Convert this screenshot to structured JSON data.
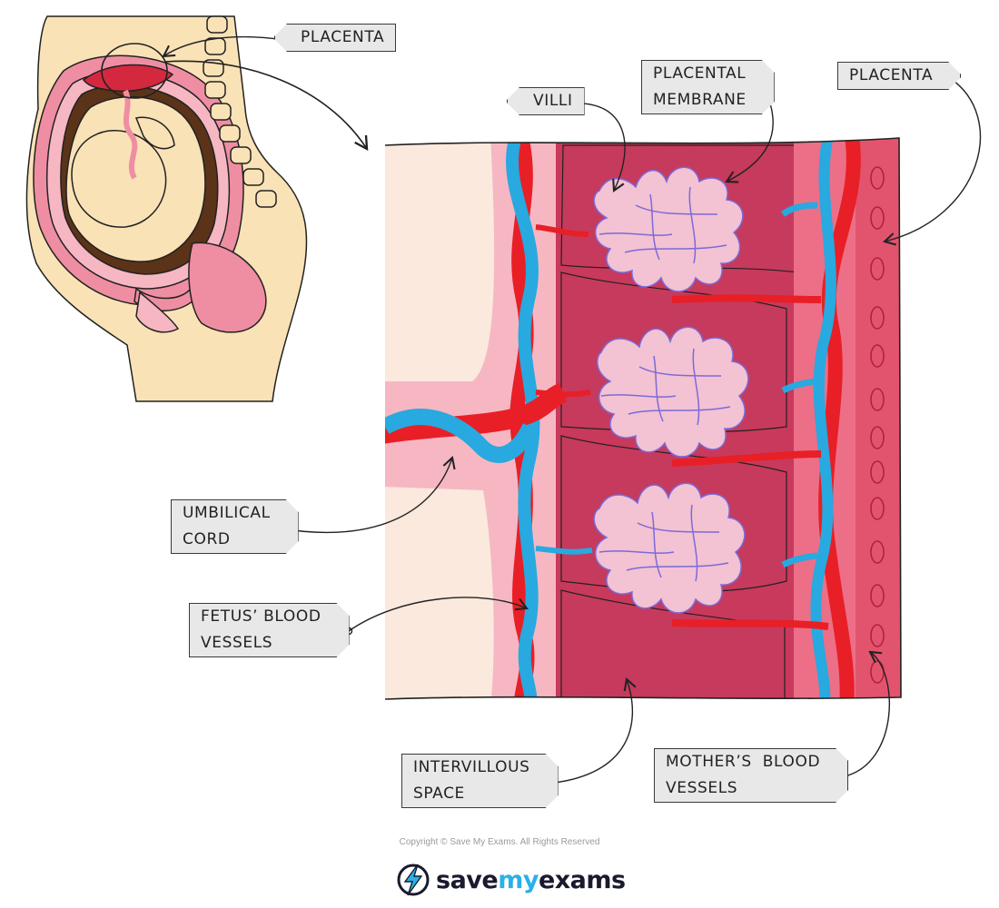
{
  "labels": {
    "placenta_top": "PLACENTA",
    "villi": "VILLI",
    "placental_membrane": [
      "PLACENTAL",
      "MEMBRANE"
    ],
    "placenta_right": "PLACENTA",
    "umbilical_cord": [
      "UMBILICAL",
      "CORD"
    ],
    "fetus_vessels": [
      "FETUS’ BLOOD",
      "VESSELS"
    ],
    "intervillous_space": [
      "INTERVILLOUS",
      "SPACE"
    ],
    "mothers_vessels": [
      "MOTHER’S  BLOOD",
      "VESSELS"
    ]
  },
  "footer": {
    "copyright": "Copyright © Save My Exams. All Rights Reserved",
    "brand_save": "save",
    "brand_my": "my",
    "brand_exams": "exams"
  },
  "colors": {
    "skin": "#f9e2b6",
    "pink_light": "#f6b7c3",
    "pink": "#ef8ea3",
    "tissue_dark": "#c8395c",
    "artery_red": "#e81f26",
    "vein_blue": "#28a9df",
    "villi_fill": "#f3c2d3",
    "villi_line": "#7b6ad8",
    "brand_blue": "#2bb0e8"
  }
}
